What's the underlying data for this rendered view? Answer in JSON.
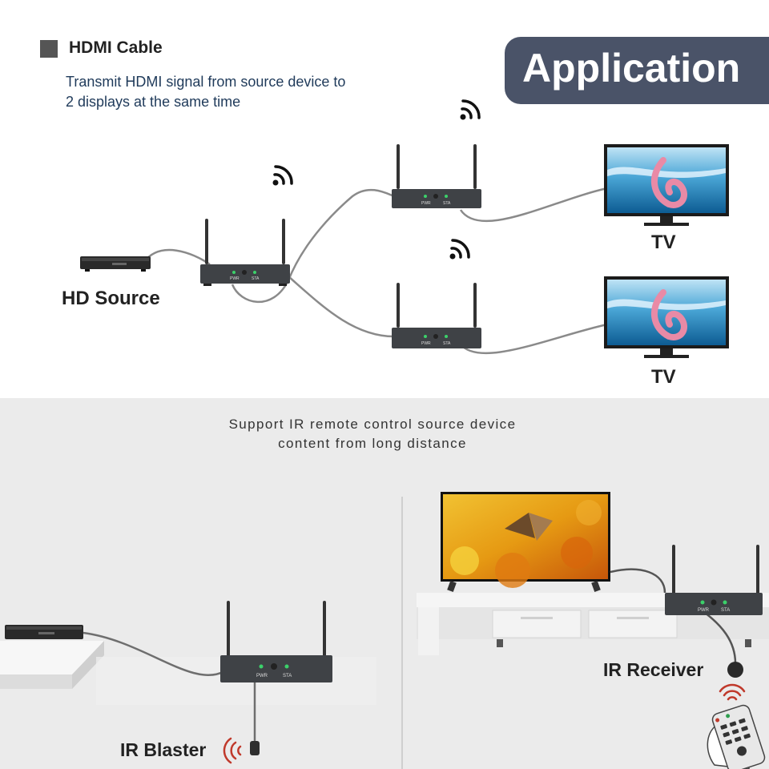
{
  "legend": {
    "label": "HDMI Cable"
  },
  "description": {
    "line1": "Transmit HDMI signal from source device to",
    "line2": "2 displays at the same time"
  },
  "banner": {
    "title": "Application"
  },
  "labels": {
    "hd_source": "HD Source",
    "tv1": "TV",
    "tv2": "TV",
    "ir_receiver": "IR Receiver",
    "ir_blaster": "IR Blaster"
  },
  "bottom": {
    "line1": "Support IR remote control source device",
    "line2": "content from long distance"
  },
  "device": {
    "pwr": "PWR",
    "sta": "STA"
  },
  "colors": {
    "banner": "#4a5368",
    "device": "#3f4246",
    "led": "#3bd16a",
    "cable": "#8a8a8a",
    "panel": "#ebebeb",
    "text_blue": "#1f3a5a"
  }
}
